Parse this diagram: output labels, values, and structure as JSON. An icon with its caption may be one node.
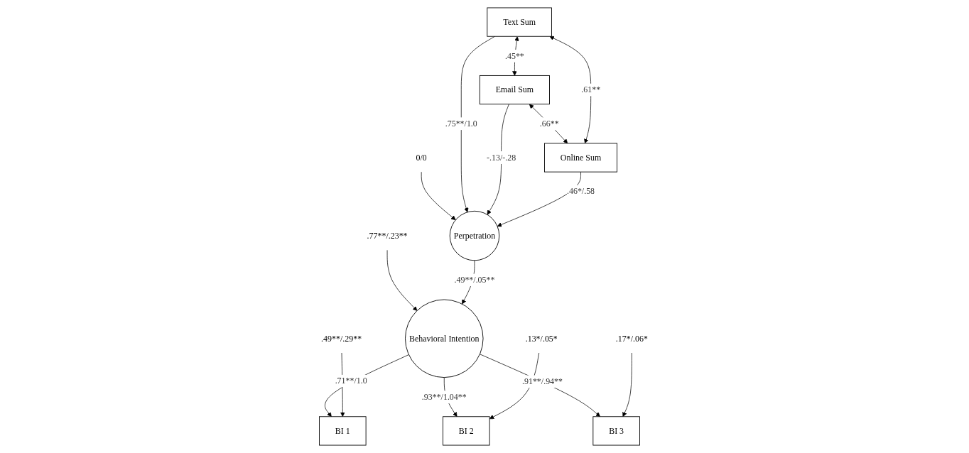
{
  "diagram": {
    "nodes": [
      {
        "text": [
          "0/0"
        ]
      },
      {
        "text": [
          ".77**/.23**"
        ]
      },
      {
        "text": [
          "Perpetration"
        ]
      },
      {
        "text": [
          "Behavioral Intention"
        ]
      },
      {
        "text": [
          "Text Sum"
        ]
      },
      {
        "text": [
          "Email Sum"
        ]
      },
      {
        "text": [
          "Online Sum"
        ]
      },
      {
        "text": [
          "BI 1"
        ]
      },
      {
        "text": [
          "BI 2"
        ]
      },
      {
        "text": [
          "BI 3"
        ]
      },
      {
        "text": [
          ".49**/.29**"
        ]
      },
      {
        "text": [
          ".13*/.05*"
        ]
      },
      {
        "text": [
          ".17*/.06*"
        ]
      }
    ],
    "edges": [
      {
        "from": 0,
        "to": 2,
        "arrow": "to"
      },
      {
        "from": 1,
        "to": 3,
        "arrow": "to"
      },
      {
        "from": 2,
        "to": 3,
        "arrow": "to",
        "label": ".49**/.05**"
      },
      {
        "from": 4,
        "to": 2,
        "arrow": "to",
        "label": ".75**/1.0"
      },
      {
        "from": 5,
        "to": 2,
        "arrow": "to",
        "label": "-.13/-.28"
      },
      {
        "from": 6,
        "to": 2,
        "arrow": "to",
        "label": ".46*/.58"
      },
      {
        "from": 3,
        "to": 7,
        "arrow": "to",
        "label": ".71**/1.0"
      },
      {
        "from": 3,
        "to": 8,
        "arrow": "to",
        "label": ".93**/1.04**"
      },
      {
        "from": 3,
        "to": 9,
        "arrow": "to",
        "label": ".91**/.94**"
      },
      {
        "from": 4,
        "to": 5,
        "arrow": "both",
        "label": ".45**"
      },
      {
        "from": 5,
        "to": 6,
        "arrow": "both",
        "label": ".66**"
      },
      {
        "from": 4,
        "to": 6,
        "arrow": "both",
        "label": ".61**"
      },
      {
        "from": 10,
        "to": 7,
        "arrow": "to"
      },
      {
        "from": 11,
        "to": 8,
        "arrow": "to"
      },
      {
        "from": 12,
        "to": 9,
        "arrow": "to"
      }
    ]
  }
}
